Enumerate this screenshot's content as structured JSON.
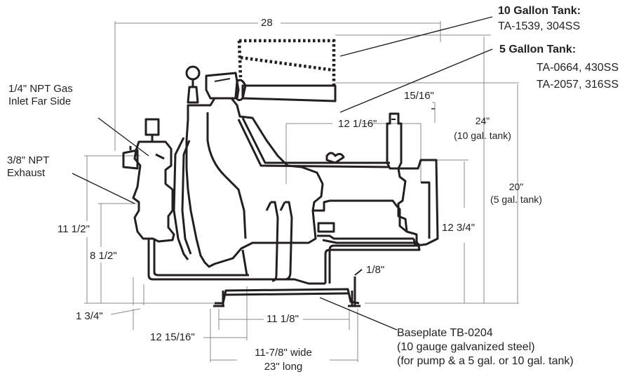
{
  "dimensions": {
    "overall_width": "28",
    "fitting_spacing": "15/16\"",
    "tank_to_outlet": "12  1/16\"",
    "height_10gal_value": "24\"",
    "height_10gal_note": "(10 gal. tank)",
    "height_5gal_value": "20\"",
    "height_5gal_note": "(5 gal. tank)",
    "outlet_height": "12  3/4\"",
    "exhaust_height": "11  1/2\"",
    "gas_inlet_height": "8  1/2\"",
    "inlet_offset": "1  3/4\"",
    "inlet_to_base": "12  15/16\"",
    "base_mount_span": "11  1/8\"",
    "base_thickness": "1/8\"",
    "base_size_width": "11-7/8\" wide",
    "base_size_length": "23\" long"
  },
  "callouts": {
    "gas_inlet_line1": "1/4\" NPT Gas",
    "gas_inlet_line2": "Inlet Far Side",
    "exhaust_line1": "3/8\" NPT",
    "exhaust_line2": "Exhaust",
    "tank10_title": "10 Gallon Tank:",
    "tank10_model": "TA-1539, 304SS",
    "tank5_title": "5 Gallon Tank:",
    "tank5_model_a": "TA-0664, 430SS",
    "tank5_model_b": "TA-2057, 316SS",
    "baseplate_line1": "Baseplate TB-0204",
    "baseplate_line2": "(10 gauge galvanized steel)",
    "baseplate_line3": "(for pump & a 5 gal. or 10 gal. tank)"
  },
  "colors": {
    "ink": "#231f20",
    "dim_line": "#8a8a8a",
    "background": "#ffffff"
  }
}
